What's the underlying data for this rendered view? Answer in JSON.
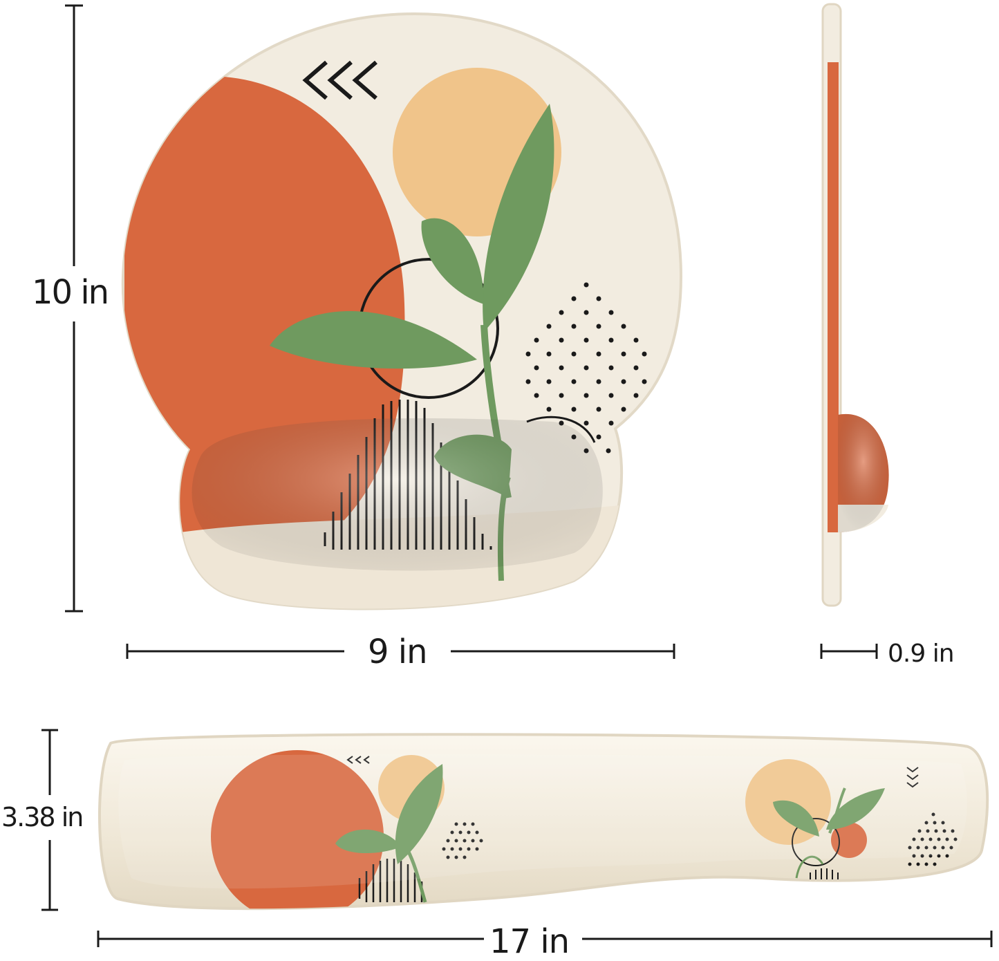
{
  "dimensions": {
    "mouse_pad_height": "10 in",
    "mouse_pad_width": "9 in",
    "mouse_pad_thickness": "0.9 in",
    "wrist_rest_depth": "3.38 in",
    "wrist_rest_length": "17 in"
  },
  "colors": {
    "cream": "#f2ece0",
    "terracotta": "#d8683f",
    "sand": "#f0c48a",
    "leaf_green": "#6f9a5f",
    "ink": "#1a1a1a"
  },
  "icons": {
    "chevrons": "chevron-left-icon",
    "chevrons_down": "chevron-down-icon"
  }
}
